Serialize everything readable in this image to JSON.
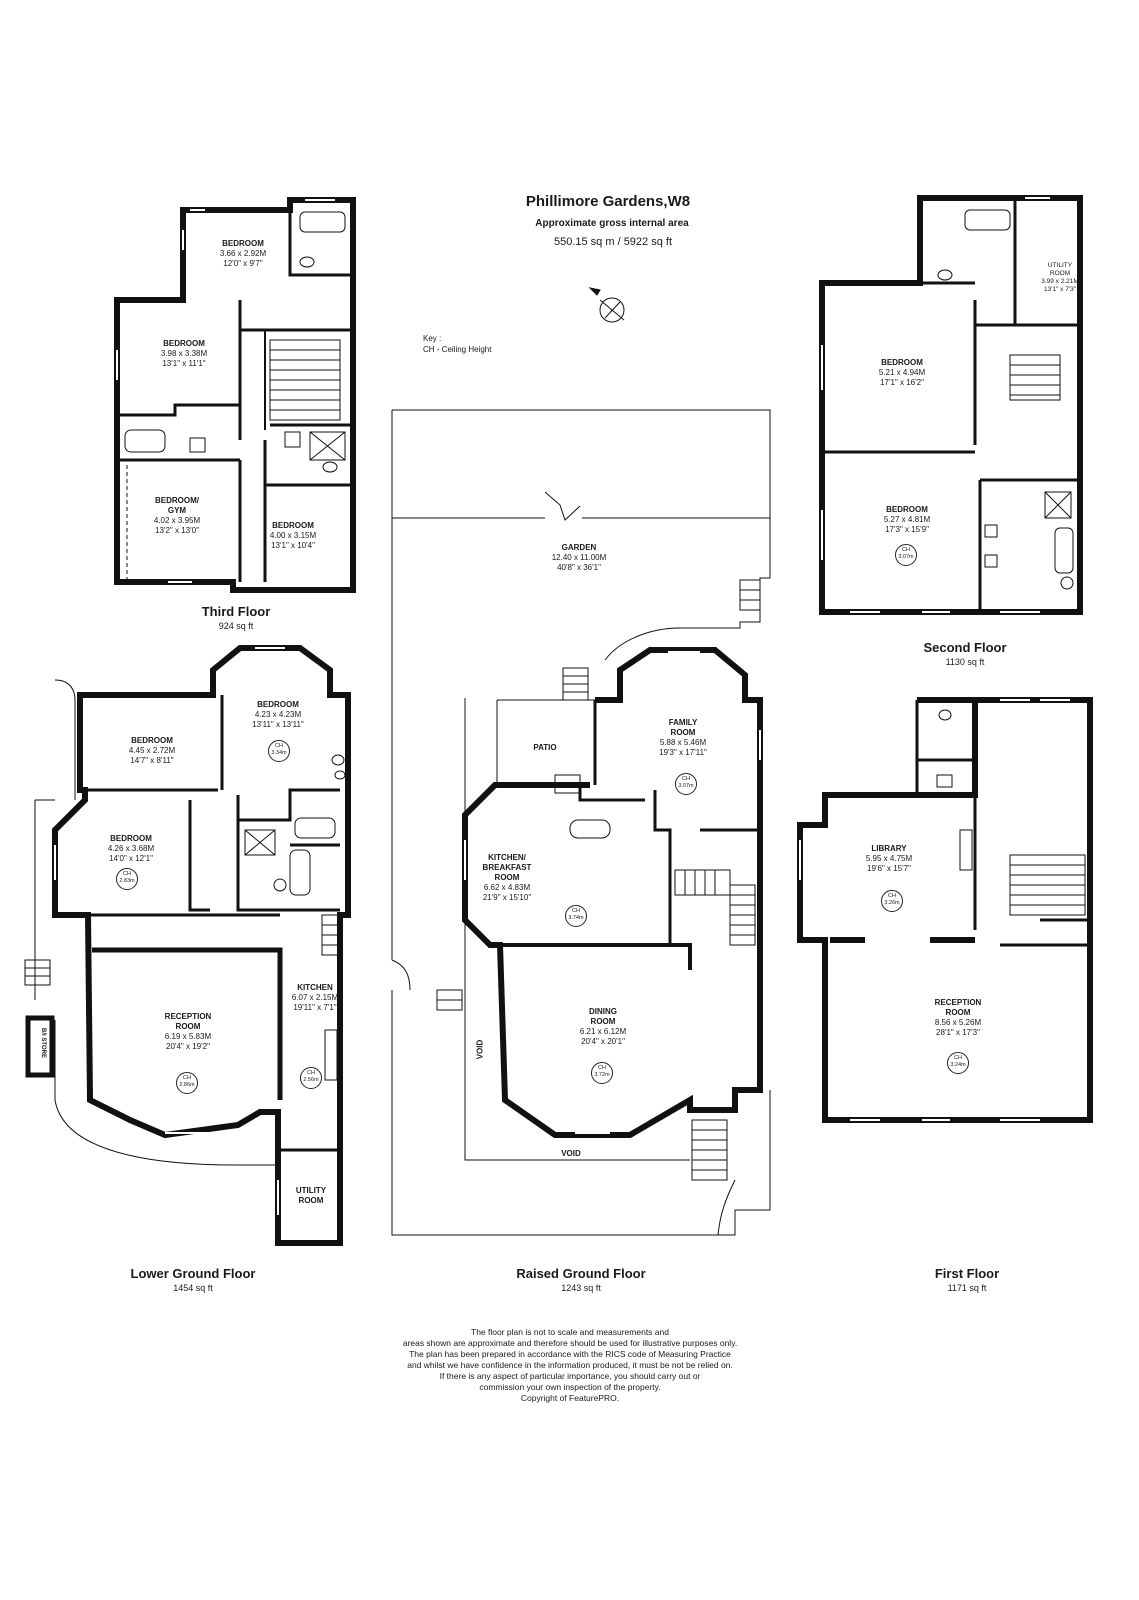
{
  "header": {
    "title": "Phillimore Gardens,W8",
    "subtitle": "Approximate gross internal area",
    "area": "550.15 sq m / 5922 sq ft"
  },
  "key": {
    "line1": "Key :",
    "line2": "CH - Ceiling Height"
  },
  "floors": {
    "third": {
      "name": "Third Floor",
      "area": "924 sq ft"
    },
    "second": {
      "name": "Second Floor",
      "area": "1130 sq ft"
    },
    "lower": {
      "name": "Lower Ground Floor",
      "area": "1454 sq ft"
    },
    "raised": {
      "name": "Raised Ground Floor",
      "area": "1243 sq ft"
    },
    "first": {
      "name": "First Floor",
      "area": "1171 sq ft"
    }
  },
  "rooms": {
    "tf_bed1": {
      "name": "BEDROOM",
      "metric": "3.66 x 2.92M",
      "imperial": "12'0\" x 9'7\""
    },
    "tf_bed2": {
      "name": "BEDROOM",
      "metric": "3.98 x 3.38M",
      "imperial": "13'1\" x 11'1\""
    },
    "tf_gym": {
      "name": "BEDROOM/",
      "name2": "GYM",
      "metric": "4.02 x 3.95M",
      "imperial": "13'2\" x 13'0\""
    },
    "tf_bed3": {
      "name": "BEDROOM",
      "metric": "4.00 x 3.15M",
      "imperial": "13'1\" x 10'4\""
    },
    "sf_utility": {
      "name": "UTILITY",
      "name2": "ROOM",
      "metric": "3.99 x 2.21M",
      "imperial": "13'1\" x 7'3\""
    },
    "sf_bed1": {
      "name": "BEDROOM",
      "metric": "5.21 x 4.94M",
      "imperial": "17'1\" x 16'2\""
    },
    "sf_bed2": {
      "name": "BEDROOM",
      "metric": "5.27 x 4.81M",
      "imperial": "17'3\" x 15'9\"",
      "ch_label": "CH",
      "ch": "3.07m"
    },
    "garden": {
      "name": "GARDEN",
      "metric": "12.40 x 11.00M",
      "imperial": "40'8\" x 36'1\""
    },
    "patio": {
      "name": "PATIO"
    },
    "family": {
      "name": "FAMILY",
      "name2": "ROOM",
      "metric": "5.88 x 5.46M",
      "imperial": "19'3\" x 17'11\"",
      "ch_label": "CH",
      "ch": "3.07m"
    },
    "kitchen_bf": {
      "name": "KITCHEN/",
      "name2": "BREAKFAST",
      "name3": "ROOM",
      "metric": "6.62 x 4.83M",
      "imperial": "21'9\" x 15'10\"",
      "ch_label": "CH",
      "ch": "3.74m"
    },
    "dining": {
      "name": "DINING",
      "name2": "ROOM",
      "metric": "6.21 x 6.12M",
      "imperial": "20'4\" x 20'1\"",
      "ch_label": "CH",
      "ch": "3.72m"
    },
    "void1": {
      "name": "VOID"
    },
    "void2": {
      "name": "VOID"
    },
    "lg_bed1": {
      "name": "BEDROOM",
      "metric": "4.45 x 2.72M",
      "imperial": "14'7\" x 8'11\""
    },
    "lg_bed2": {
      "name": "BEDROOM",
      "metric": "4.23 x 4.23M",
      "imperial": "13'11\" x 13'11\"",
      "ch_label": "CH",
      "ch": "3.34m"
    },
    "lg_bed3": {
      "name": "BEDROOM",
      "metric": "4.26 x 3.68M",
      "imperial": "14'0\" x 12'1\"",
      "ch_label": "CH",
      "ch": "2.83m"
    },
    "lg_reception": {
      "name": "RECEPTION",
      "name2": "ROOM",
      "metric": "6.19 x 5.83M",
      "imperial": "20'4\" x 19'2\"",
      "ch_label": "CH",
      "ch": "2.86m"
    },
    "lg_kitchen": {
      "name": "KITCHEN",
      "metric": "6.07 x 2.15M",
      "imperial": "19'11\" x 7'1\"",
      "ch_label": "CH",
      "ch": "2.56m"
    },
    "lg_utility": {
      "name": "UTILITY",
      "name2": "ROOM"
    },
    "lg_store": {
      "name": "B/I",
      "name2": "STORE"
    },
    "ff_library": {
      "name": "LIBRARY",
      "metric": "5.95 x 4.75M",
      "imperial": "19'6\" x 15'7\"",
      "ch_label": "CH",
      "ch": "3.26m"
    },
    "ff_reception": {
      "name": "RECEPTION",
      "name2": "ROOM",
      "metric": "8.56 x 5.26M",
      "imperial": "28'1\" x 17'3\"",
      "ch_label": "CH",
      "ch": "3.24m"
    }
  },
  "disclaimer": [
    "The floor plan is not to scale and measurements and",
    "areas shown are approximate and therefore should be used for illustrative purposes only.",
    "The plan has been prepared in accordance with the RICS code of Measuring Practice",
    "and whilst we have confidence in the information produced, it must be not be relied on.",
    "If there is any aspect of particular importance, you should carry out or",
    "commission your own inspection of the property.",
    "Copyright of FeaturePRO."
  ]
}
